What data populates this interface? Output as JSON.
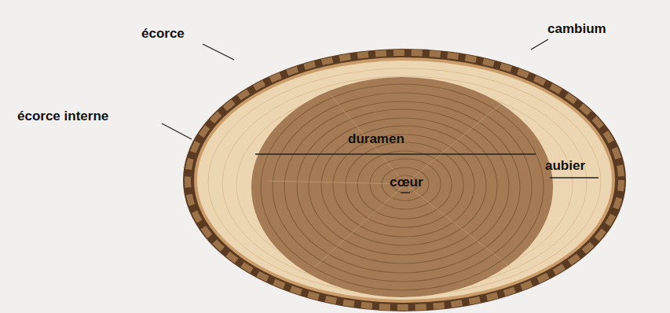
{
  "diagram": {
    "labels": [
      "écorce",
      "cambium",
      "écorce interne",
      "duramen",
      "aubier",
      "cœur"
    ]
  }
}
